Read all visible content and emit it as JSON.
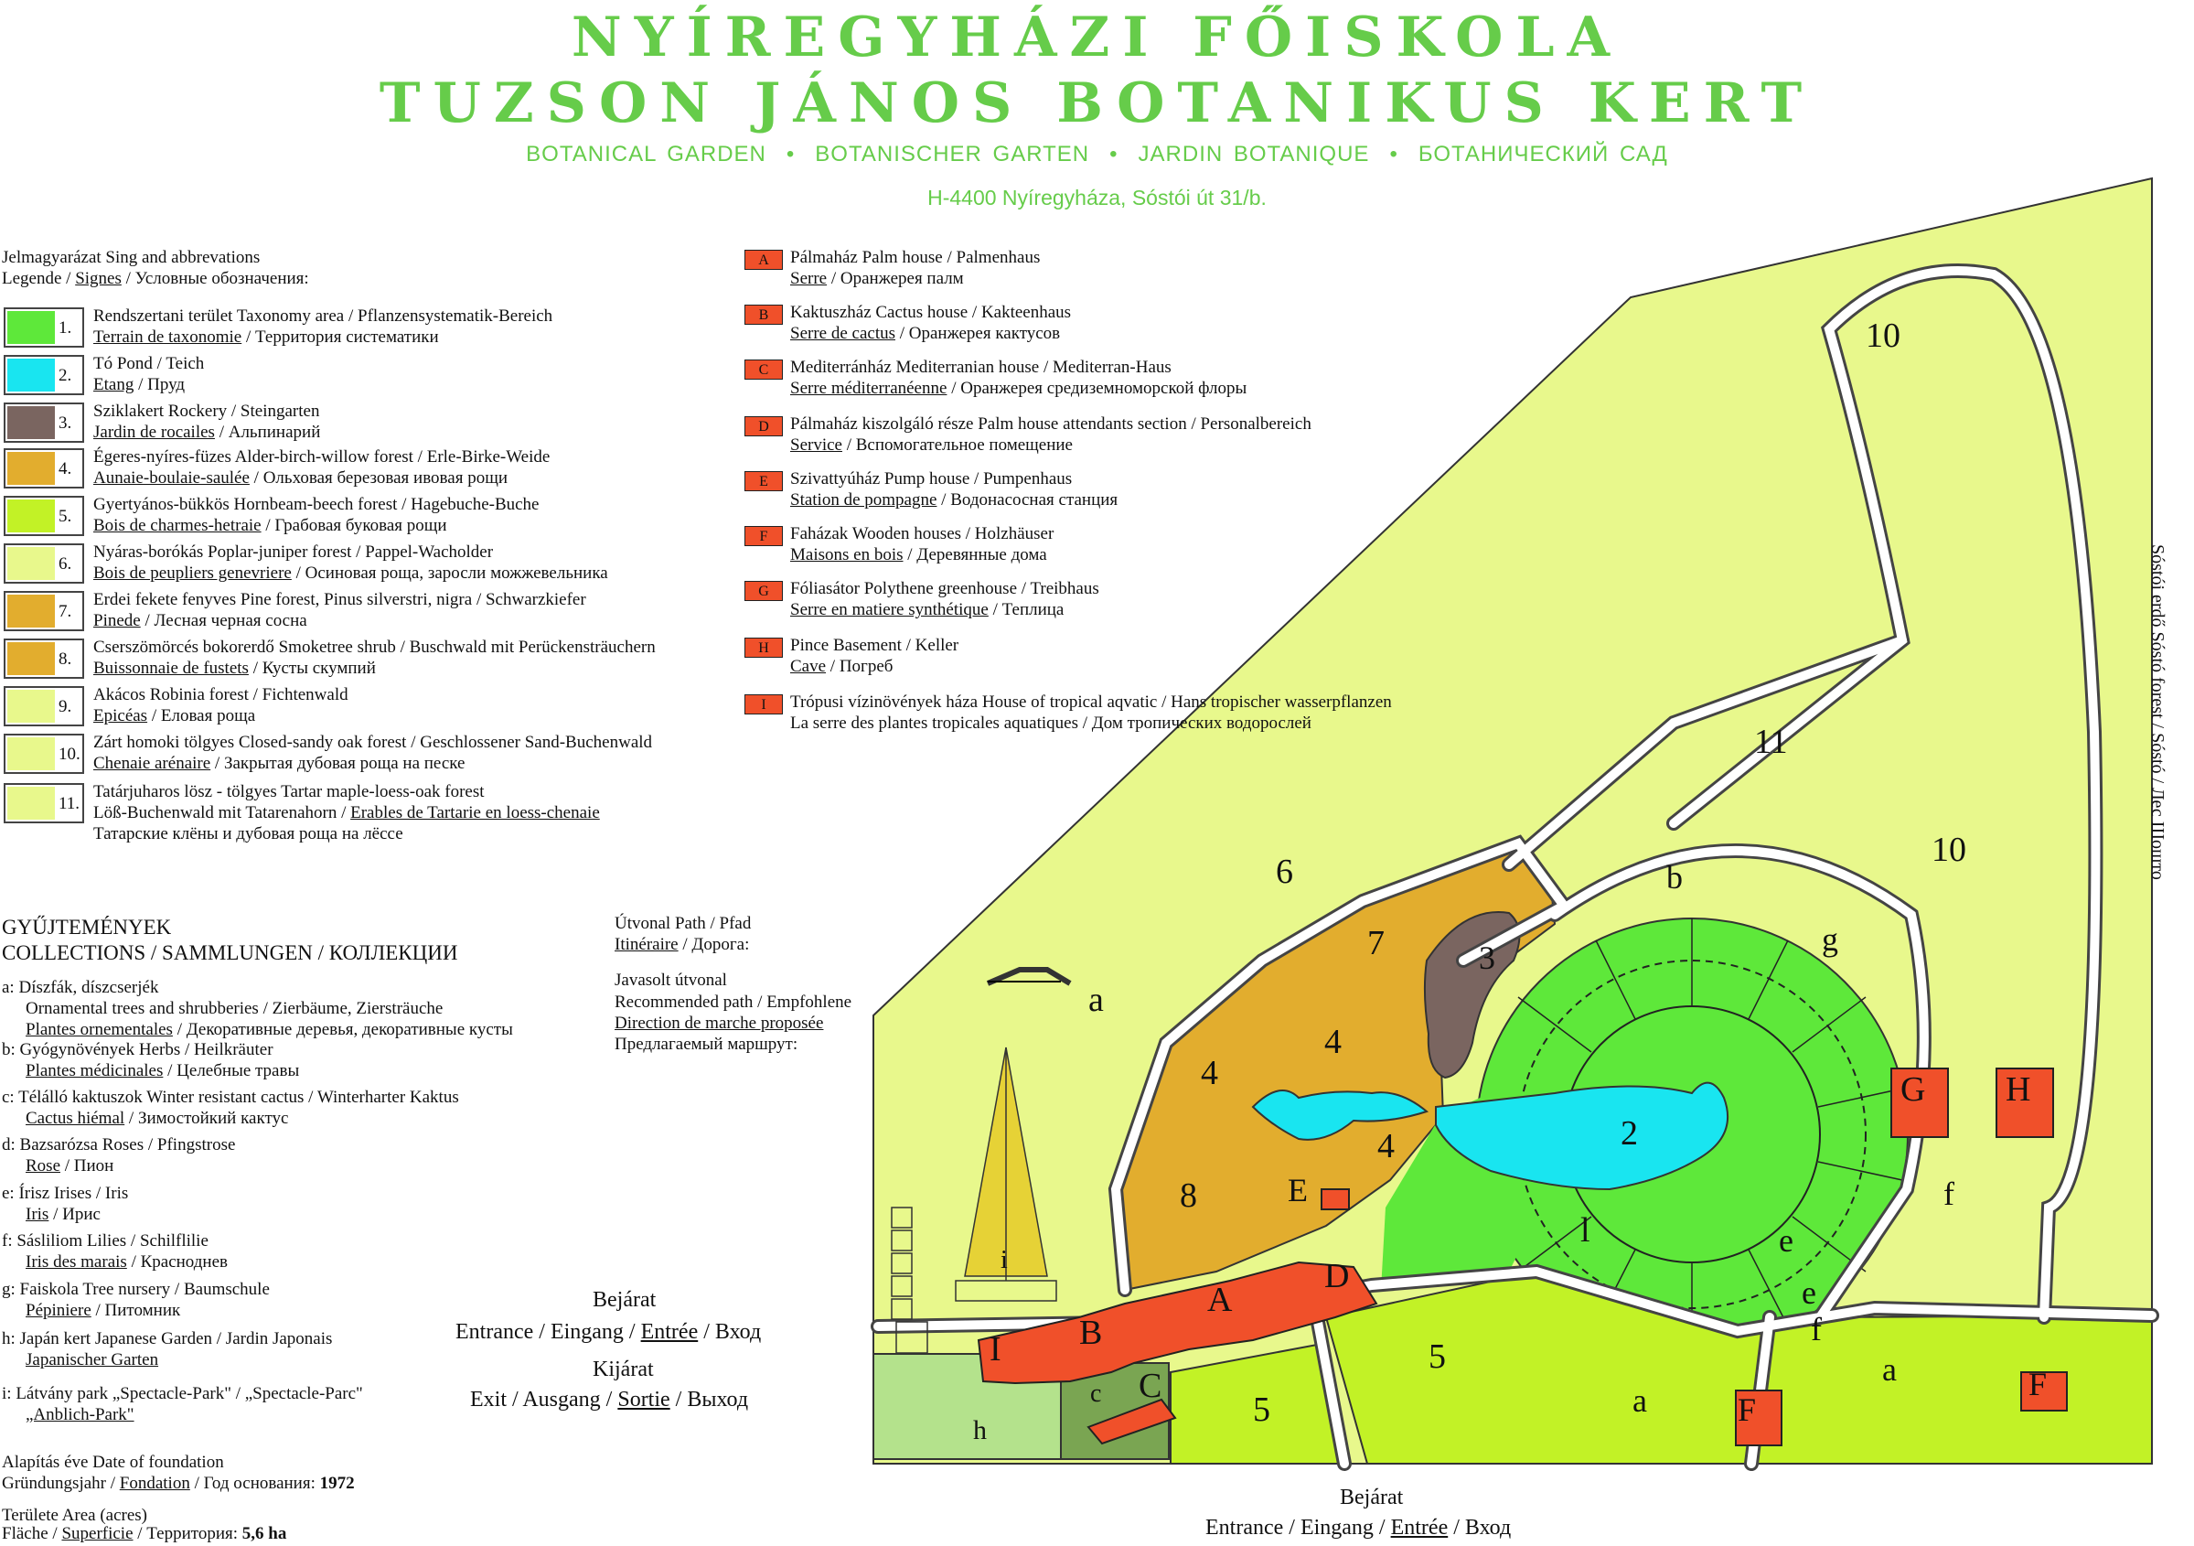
{
  "header": {
    "title_line1": "NYÍREGYHÁZI FŐISKOLA",
    "title_line2": "TUZSON JÁNOS BOTANIKUS  KERT",
    "subtitle": [
      "BOTANICAL GARDEN",
      "BOTANISCHER GARTEN",
      "JARDIN BOTANIQUE",
      "БОТАНИЧЕСКИЙ САД"
    ],
    "subtitle_sep": "•",
    "address": "H-4400 Nyíregyháza, Sóstói út 31/b."
  },
  "legend_title": {
    "line1": "Jelmagyarázat  Sing and abbrevations",
    "line2_a": "Legende / ",
    "line2_b": "Signes",
    "line2_c": " / Условные обозначения:"
  },
  "legend": [
    {
      "num": "1.",
      "color": "#5ee83a",
      "l1": "Rendszertani terület   Taxonomy area / Pflanzensystematik-Bereich",
      "l2u": "Terrain de taxonomie",
      "l2": " / Территория систематики"
    },
    {
      "num": "2.",
      "color": "#19e5f0",
      "l1": "Tó Pond / Teich",
      "l2u": "Etang",
      "l2": " / Пруд"
    },
    {
      "num": "3.",
      "color": "#7a6560",
      "l1": "Sziklakert  Rockery / Steingarten",
      "l2u": "Jardin de rocailes",
      "l2": " / Альпинарий"
    },
    {
      "num": "4.",
      "color": "#e2ad2e",
      "l1": "Égeres-nyíres-füzes  Alder-birch-willow forest / Erle-Birke-Weide",
      "l2u": "Aunaie-boulaie-saulée",
      "l2": " / Ольховая березовая ивовая рощи"
    },
    {
      "num": "5.",
      "color": "#c2f226",
      "l1": "Gyertyános-bükkös  Hornbeam-beech forest / Hagebuche-Buche",
      "l2u": "Bois de charmes-hetraie",
      "l2": " / Грабовая буковая рощи"
    },
    {
      "num": "6.",
      "color": "#e8f88c",
      "l1": "Nyáras-borókás  Poplar-juniper forest / Pappel-Wacholder",
      "l2u": "Bois de peupliers genevriere",
      "l2": " / Осиновая роща, заросли можжевельника"
    },
    {
      "num": "7.",
      "color": "#e2ad2e",
      "l1": "Erdei fekete fenyves  Pine forest, Pinus silverstri, nigra / Schwarzkiefer",
      "l2u": "Pinede",
      "l2": " / Лесная черная сосна"
    },
    {
      "num": "8.",
      "color": "#e2ad2e",
      "l1": "Cserszömörcés bokorerdő  Smoketree shrub / Buschwald mit Perückensträuchern",
      "l2u": "Buissonnaie de fustets",
      "l2": " / Кусты скумпий"
    },
    {
      "num": "9.",
      "color": "#e8f88c",
      "l1": "Akácos  Robinia forest / Fichtenwald",
      "l2u": "Epicéas",
      "l2": " / Еловая роща"
    },
    {
      "num": "10.",
      "color": "#e8f88c",
      "l1": "Zárt homoki tölgyes  Closed-sandy oak forest / Geschlossener Sand-Buchenwald",
      "l2u": "Chenaie arénaire",
      "l2": " / Закрытая дубовая роща на песке"
    },
    {
      "num": "11.",
      "color": "#e8f88c",
      "l1": "Tatárjuharos lösz - tölgyes  Tartar maple-loess-oak forest",
      "l2a": "Löß-Buchenwald mit Tatarenahorn / ",
      "l2u": "Erables de Tartarie en loess-chenaie",
      "l2": "",
      "l3": "Татарские клёны и дубовая роща на лёссе"
    }
  ],
  "buildings": [
    {
      "code": "A",
      "l1": "Pálmaház  Palm house / Palmenhaus",
      "l2u": "Serre",
      "l2": " / Оранжерея палм"
    },
    {
      "code": "B",
      "l1": "Kaktuszház  Cactus house / Kakteenhaus",
      "l2u": "Serre de cactus",
      "l2": " / Оранжерея кактусов"
    },
    {
      "code": "C",
      "l1": "Mediterránház  Mediterranian house / Mediterran-Haus",
      "l2u": "Serre méditerranéenne",
      "l2": " / Оранжерея средиземноморской флоры"
    },
    {
      "code": "D",
      "l1": "Pálmaház kiszolgáló része  Palm house attendants section / Personalbereich",
      "l2u": "Service",
      "l2": " / Вспомогательное помещение"
    },
    {
      "code": "E",
      "l1": "Szivattyúház  Pump house / Pumpenhaus",
      "l2u": "Station de pompagne",
      "l2": " / Водонасосная станция"
    },
    {
      "code": "F",
      "l1": "Faházak   Wooden houses / Holzhäuser",
      "l2u": "Maisons en bois",
      "l2": " / Деревянные дома"
    },
    {
      "code": "G",
      "l1": "Fóliasátor  Polythene greenhouse / Treibhaus",
      "l2u": "Serre en matiere synthétique",
      "l2": " / Теплица"
    },
    {
      "code": "H",
      "l1": "Pince  Basement / Keller",
      "l2u": "Cave",
      "l2": " / Погреб"
    },
    {
      "code": "I",
      "l1": "Trópusi vízinövények háza  House of tropical aqvatic / Hans tropischer wasserpflanzen",
      "l2u": "",
      "l2": "La serre des plantes tropicales aquatiques / Дом тропических водорослей"
    }
  ],
  "collections_title": [
    "GYŰJTEMÉNYEK",
    "COLLECTIONS / SAMMLUNGEN / КОЛЛЕКЦИИ"
  ],
  "collections": [
    {
      "code": "a:",
      "l1": "Díszfák, díszcserjék",
      "l2": "Ornamental trees and shrubberies / Zierbäume, Ziersträuche",
      "l3u": "Plantes ornementales",
      "l3": " / Декоративные деревья, декоративные кусты"
    },
    {
      "code": "b:",
      "l1": "Gyógynövények   Herbs / Heilkräuter",
      "l2u": "Plantes médicinales",
      "l2": " / Целебные травы"
    },
    {
      "code": "c:",
      "l1": "Télálló kaktuszok  Winter resistant cactus / Winterharter Kaktus",
      "l2u": "Cactus hiémal",
      "l2": " / Зимостойкий кактус"
    },
    {
      "code": "d:",
      "l1": "Bazsarózsa   Roses  / Pfingstrose",
      "l2u": "Rose",
      "l2": " / Пион"
    },
    {
      "code": "e:",
      "l1": "Írisz   Irises / Iris",
      "l2u": "Iris",
      "l2": " / Ирис"
    },
    {
      "code": "f:",
      "l1": "Sásliliom  Lilies / Schilflilie",
      "l2u": "Iris des marais",
      "l2": " / Красноднев"
    },
    {
      "code": "g:",
      "l1": "Faiskola   Tree nursery / Baumschule",
      "l2u": "Pépiniere",
      "l2": " / Питомник"
    },
    {
      "code": "h:",
      "l1": "Japán kert   Japanese Garden / Jardin Japonais",
      "l2u": "Japanischer Garten",
      "l2": ""
    },
    {
      "code": "i:",
      "l1": "Látvány park   „Spectacle-Park\" / „Spectacle-Parc\"",
      "l2u": "„Anblich-Park\"",
      "l2": ""
    }
  ],
  "foundation": {
    "l1": "Alapítás éve  Date of foundation",
    "l2a": "Gründungsjahr / ",
    "l2u": "Fondation",
    "l2b": " / Год основания: ",
    "year": "1972"
  },
  "area": {
    "l1": "Területe  Area (acres)",
    "l2a": "Fläche / ",
    "l2u": "Superficie",
    "l2b": " / Территория: ",
    "value": "5,6 ha"
  },
  "path_legend": {
    "l1": "Útvonal   Path / Pfad",
    "l2u": "Itinéraire",
    "l2": " / Дорога:",
    "r1": "Javasolt útvonal",
    "r2": "Recommended path / Empfohlene",
    "r3u": "Direction de marche proposée",
    "r4": "Предлагаемый маршрут:"
  },
  "entrance_left": {
    "title": "Bejárat",
    "line": [
      "Entrance / Eingang / ",
      "Entrée",
      " / Вход"
    ]
  },
  "exit_left": {
    "title": "Kijárat",
    "line": [
      "Exit / Ausgang / ",
      "Sortie",
      " / Выход"
    ]
  },
  "entrance_bottom": {
    "title": "Bejárat",
    "line": [
      "Entrance / Eingang / ",
      "Entrée",
      " / Вход"
    ]
  },
  "side_label": "Sóstói erdő  Sóstó forest / Sóstó / Лес Шошто",
  "map_labels": [
    "10",
    "11",
    "10",
    "6",
    "a",
    "b",
    "g",
    "7",
    "3",
    "4",
    "4",
    "4",
    "8",
    "2",
    "l",
    "e",
    "f",
    "e",
    "f",
    "a",
    "5",
    "5",
    "a",
    "h",
    "c",
    "i"
  ],
  "building_labels": [
    "A",
    "B",
    "C",
    "D",
    "E",
    "F",
    "F",
    "G",
    "H",
    "I"
  ],
  "colors": {
    "title_green": "#66cc4a",
    "taxonomy": "#5ee83a",
    "pond": "#19e5f0",
    "rock": "#7a6560",
    "forest_orange": "#e2ad2e",
    "beech": "#c2f226",
    "pale": "#e8f88c",
    "building": "#f0502a",
    "japan": "#b4e28c",
    "cactus": "#7aa552"
  }
}
